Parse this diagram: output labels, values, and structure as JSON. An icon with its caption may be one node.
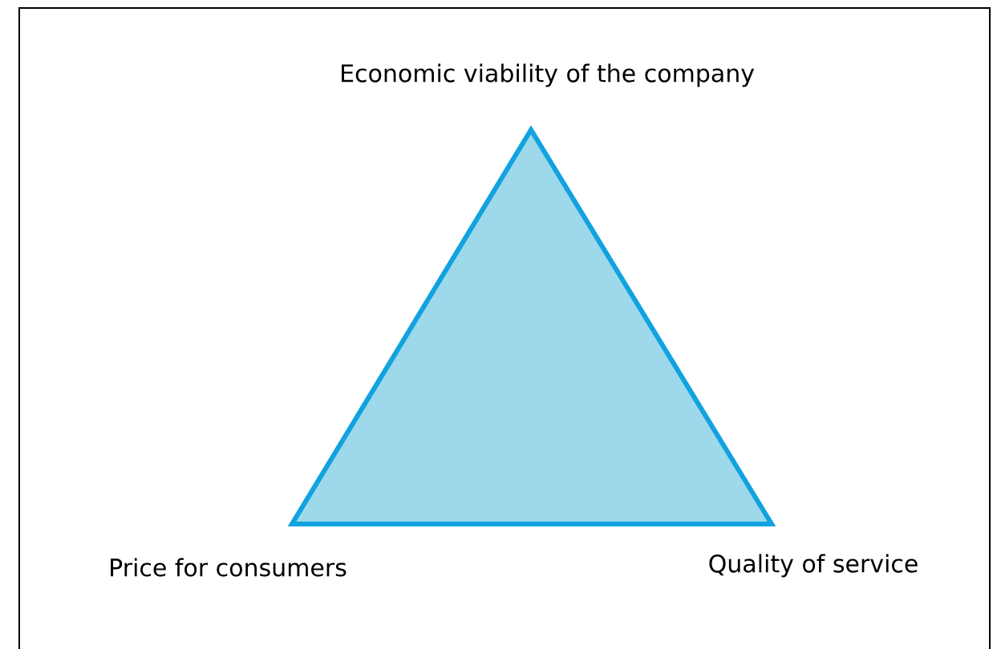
{
  "diagram": {
    "labels": [
      "Economic viability of the company",
      "Price for consumers",
      "Quality of service"
    ]
  }
}
